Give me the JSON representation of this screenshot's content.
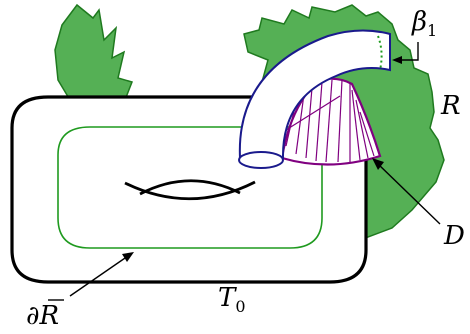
{
  "labels": {
    "beta": "β",
    "beta_sub": "1",
    "R": "R",
    "D": "D",
    "T": "T",
    "T_sub": "0",
    "boundary_prefix": "∂",
    "boundary_R": "R"
  },
  "colors": {
    "surface_fill": "#55b055",
    "surface_edge": "#1f7a1f",
    "tube_edge": "#1a1a8c",
    "disk_hatch": "#800080",
    "outline": "#000000"
  }
}
